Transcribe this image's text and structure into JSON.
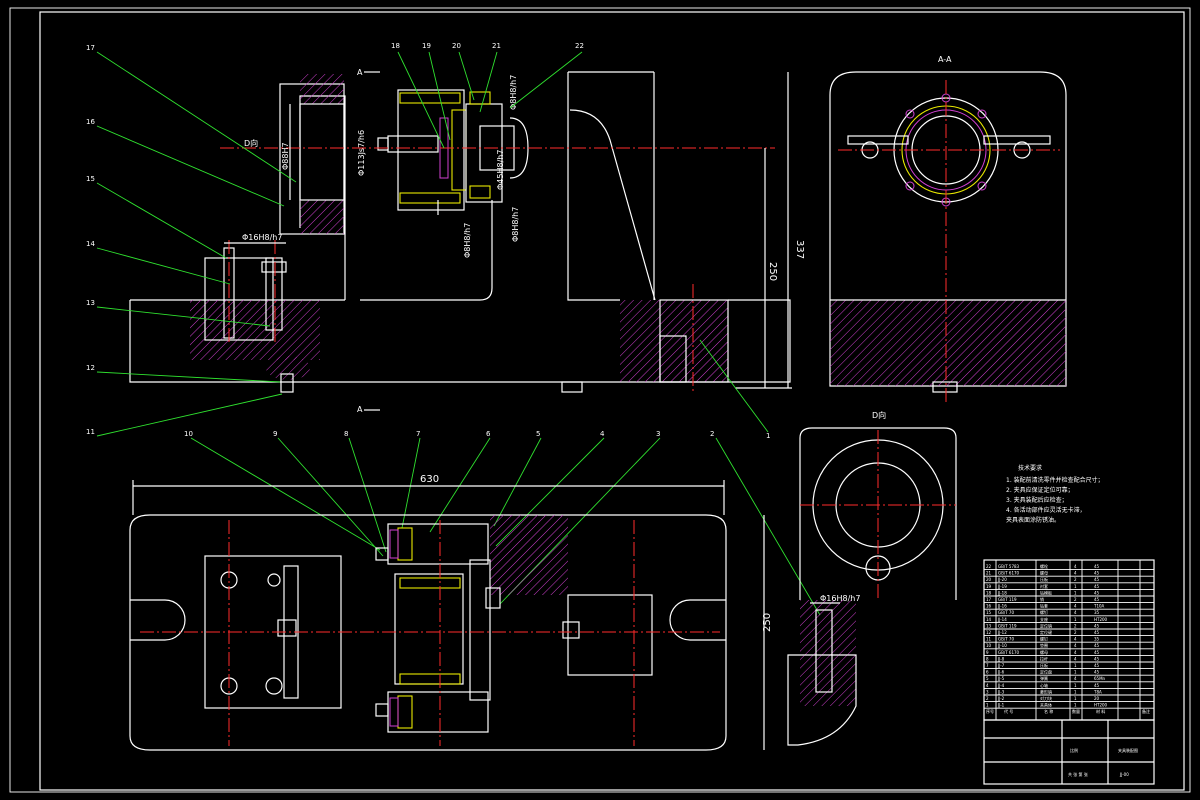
{
  "labels": {
    "balloons": [
      "1",
      "2",
      "3",
      "4",
      "5",
      "6",
      "7",
      "8",
      "9",
      "10",
      "11",
      "12",
      "13",
      "14",
      "15",
      "16",
      "17",
      "18",
      "19",
      "20",
      "21",
      "22"
    ],
    "section_a": "A",
    "section_aa": "A-A",
    "view_d": "D向"
  },
  "dimensions": {
    "d16_fit_top": "Φ16H8/h7",
    "d16_fit_right": "Φ16H8/h7",
    "d88_h7": "Φ88H7",
    "d113_js6": "Φ113Js7/h6",
    "d8_fit_1": "Φ8H8/h7",
    "d8_fit_2": "Φ8H8/h7",
    "d8_fit_3": "Φ8H8/h7",
    "d45_fit": "Φ45H8/h7",
    "h337": "337",
    "h250_top": "250",
    "w630": "630",
    "h250_bottom": "250"
  },
  "tech_notes": {
    "title": "技术要求",
    "lines": [
      "1. 装配前清洗零件并检查配合尺寸；",
      "2. 夹具应保证定位可靠；",
      "3. 夹具装配后应检查；",
      "4. 各活动部件应灵活无卡滞，",
      "夹具表面涂防锈油。"
    ]
  },
  "bom": {
    "rows": [
      {
        "no": "22",
        "code": "GB/T 5783",
        "name": "螺栓",
        "qty": "4",
        "mat": "45"
      },
      {
        "no": "21",
        "code": "GB/T 6170",
        "name": "螺母",
        "qty": "4",
        "mat": "45"
      },
      {
        "no": "20",
        "code": "JJ-20",
        "name": "压板",
        "qty": "2",
        "mat": "45"
      },
      {
        "no": "19",
        "code": "JJ-19",
        "name": "衬套",
        "qty": "1",
        "mat": "45"
      },
      {
        "no": "18",
        "code": "JJ-18",
        "name": "钻模板",
        "qty": "1",
        "mat": "45"
      },
      {
        "no": "17",
        "code": "GB/T 119",
        "name": "销",
        "qty": "2",
        "mat": "45"
      },
      {
        "no": "16",
        "code": "JJ-16",
        "name": "钻套",
        "qty": "4",
        "mat": "T10A"
      },
      {
        "no": "15",
        "code": "GB/T 70",
        "name": "螺钉",
        "qty": "4",
        "mat": "35"
      },
      {
        "no": "14",
        "code": "JJ-14",
        "name": "支座",
        "qty": "1",
        "mat": "HT200"
      },
      {
        "no": "13",
        "code": "GB/T 119",
        "name": "定位销",
        "qty": "2",
        "mat": "45"
      },
      {
        "no": "12",
        "code": "JJ-12",
        "name": "定位键",
        "qty": "2",
        "mat": "45"
      },
      {
        "no": "11",
        "code": "GB/T 70",
        "name": "螺钉",
        "qty": "4",
        "mat": "35"
      },
      {
        "no": "10",
        "code": "JJ-10",
        "name": "垫圈",
        "qty": "4",
        "mat": "45"
      },
      {
        "no": "9",
        "code": "GB/T 6170",
        "name": "螺母",
        "qty": "4",
        "mat": "45"
      },
      {
        "no": "8",
        "code": "JJ-8",
        "name": "拉杆",
        "qty": "4",
        "mat": "45"
      },
      {
        "no": "7",
        "code": "JJ-7",
        "name": "压板",
        "qty": "1",
        "mat": "45"
      },
      {
        "no": "6",
        "code": "JJ-6",
        "name": "定位盘",
        "qty": "1",
        "mat": "45"
      },
      {
        "no": "5",
        "code": "JJ-5",
        "name": "弹簧",
        "qty": "4",
        "mat": "65Mn"
      },
      {
        "no": "4",
        "code": "JJ-4",
        "name": "心轴",
        "qty": "1",
        "mat": "45"
      },
      {
        "no": "3",
        "code": "JJ-3",
        "name": "菱形销",
        "qty": "1",
        "mat": "T8A"
      },
      {
        "no": "2",
        "code": "JJ-2",
        "name": "对刀块",
        "qty": "1",
        "mat": "20"
      },
      {
        "no": "1",
        "code": "JJ-1",
        "name": "夹具体",
        "qty": "1",
        "mat": "HT200"
      }
    ],
    "header": {
      "no": "序号",
      "code": "代 号",
      "name": "名 称",
      "qty": "数量",
      "mat": "材 料",
      "remark": "备注"
    }
  },
  "title_block": {
    "drawing_name": "夹具装配图",
    "drawing_code": "JJ-00",
    "scale_label": "比例",
    "sheet_label": "共 张 第 张"
  },
  "colors": {
    "background": "#000000",
    "outline": "#ffffff",
    "centerline": "#ff2b2b",
    "leader": "#2fe02f",
    "bushing": "#e8e800",
    "section_hatch": "#d040d0"
  }
}
